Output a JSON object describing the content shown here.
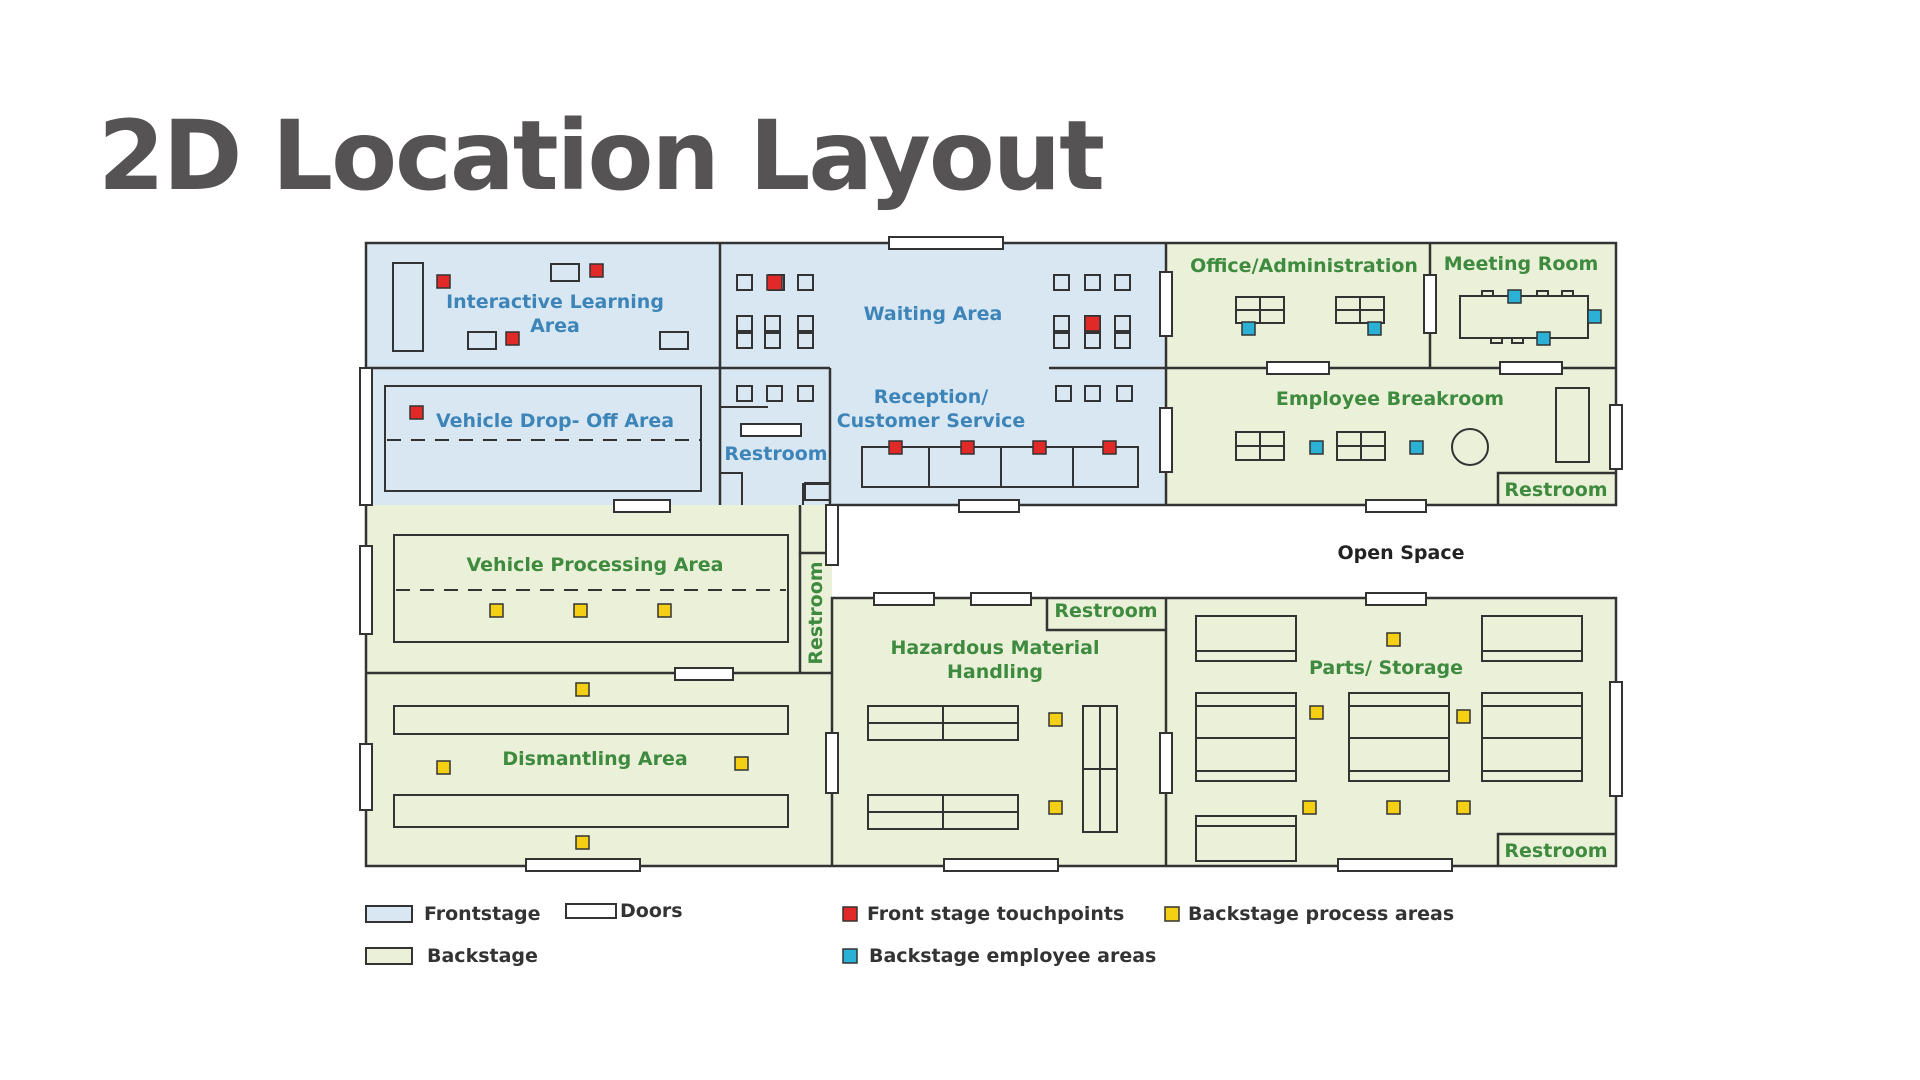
{
  "title": "2D Location Layout",
  "colors": {
    "frontstage": "#d9e7f3",
    "backstage": "#ebf0d9",
    "touchpoint": "#e12a27",
    "process": "#f5cf14",
    "employee": "#2bb0d6",
    "label_front": "#3d85b8",
    "label_back": "#3e8a3e"
  },
  "rooms": {
    "interactive_learning": "Interactive Learning",
    "interactive_learning_2": "Area",
    "waiting_area": "Waiting Area",
    "office_admin": "Office/Administration",
    "meeting_room": "Meeting Room",
    "vehicle_dropoff": "Vehicle Drop- Off Area",
    "reception": "Reception/",
    "reception_2": "Customer Service",
    "restroom_front": "Restroom",
    "employee_breakroom": "Employee Breakroom",
    "restroom_breakroom": "Restroom",
    "open_space": "Open Space",
    "vehicle_processing": "Vehicle Processing Area",
    "restroom_vertical": "Restroom",
    "restroom_hazard": "Restroom",
    "hazardous": "Hazardous Material",
    "hazardous_2": "Handling",
    "parts_storage": "Parts/ Storage",
    "dismantling": "Dismantling Area",
    "restroom_parts": "Restroom"
  },
  "legend": {
    "frontstage": "Frontstage",
    "doors": "Doors",
    "backstage": "Backstage",
    "touchpoints": "Front stage touchpoints",
    "process_areas": "Backstage process areas",
    "employee_areas": "Backstage employee areas"
  }
}
